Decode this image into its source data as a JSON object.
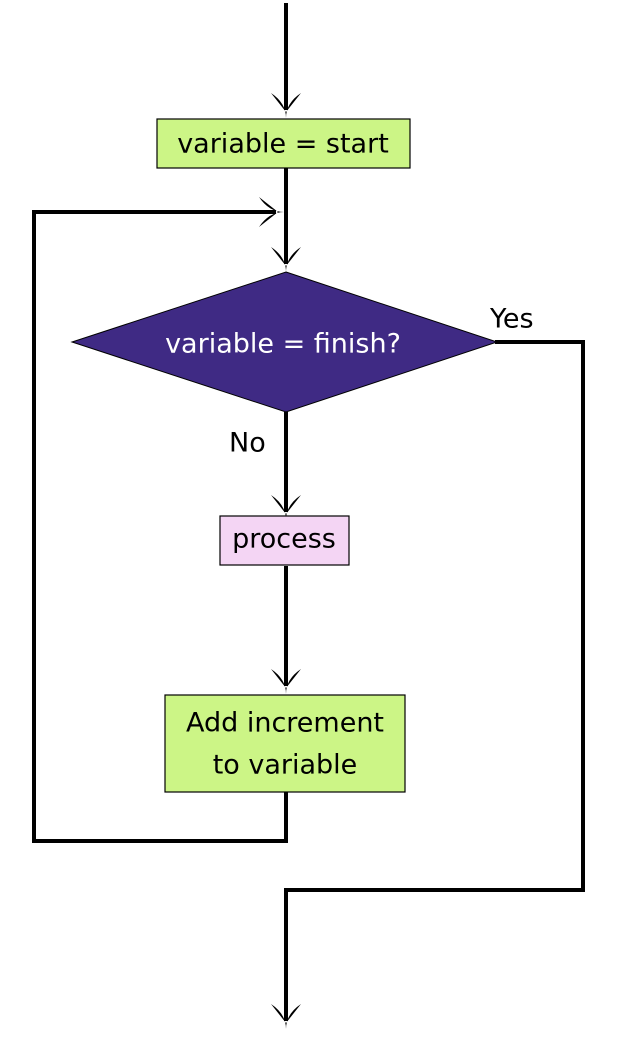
{
  "colors": {
    "init_fill": "#ccf586",
    "decision_fill": "#3f2a84",
    "process_fill": "#f4d5f4",
    "increment_fill": "#ccf586",
    "line": "#000000",
    "decision_text": "#ffffff",
    "box_text": "#000000"
  },
  "nodes": {
    "init": {
      "label": "variable = start"
    },
    "decision": {
      "label": "variable = finish?"
    },
    "process": {
      "label": "process"
    },
    "increment": {
      "line1": "Add increment",
      "line2": "to variable"
    }
  },
  "branches": {
    "no_label": "No",
    "yes_label": "Yes"
  }
}
